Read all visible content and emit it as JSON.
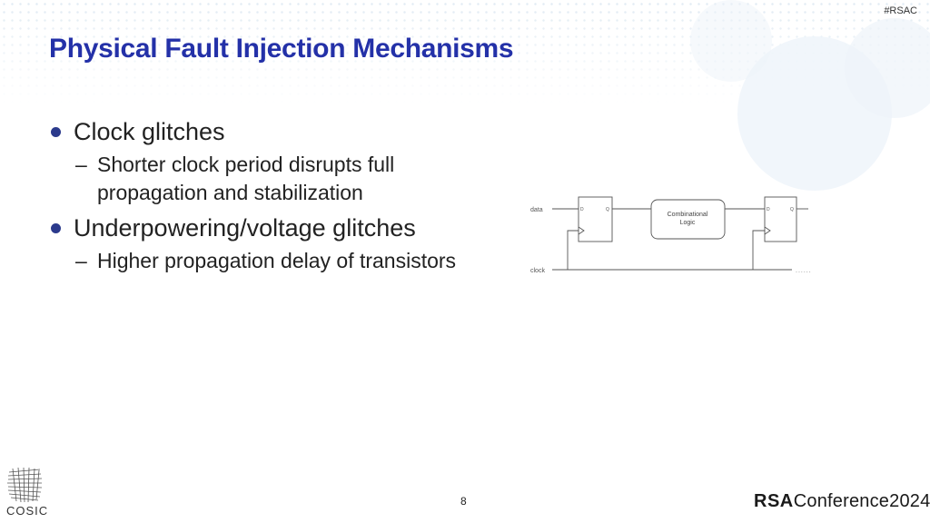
{
  "header": {
    "hashtag": "#RSAC",
    "title": "Physical Fault Injection Mechanisms"
  },
  "bullets": [
    {
      "text": "Clock glitches",
      "sub": [
        "Shorter clock period disrupts full propagation and stabilization"
      ]
    },
    {
      "text": "Underpowering/voltage glitches",
      "sub": [
        "Higher propagation delay of transistors"
      ]
    }
  ],
  "diagram": {
    "data_label": "data",
    "clock_label": "clock",
    "logic_line1": "Combinational",
    "logic_line2": "Logic",
    "port_d": "D",
    "port_q": "Q",
    "continuation": "......"
  },
  "footer": {
    "page_number": "8",
    "left_logo": "COSIC",
    "brand_mark": "RSA",
    "brand_text": "Conference2024"
  },
  "icons": {
    "cosic_logo": "cosic-logo-icon"
  },
  "colors": {
    "title": "#2431a8",
    "bullet": "#2b3a8c"
  }
}
